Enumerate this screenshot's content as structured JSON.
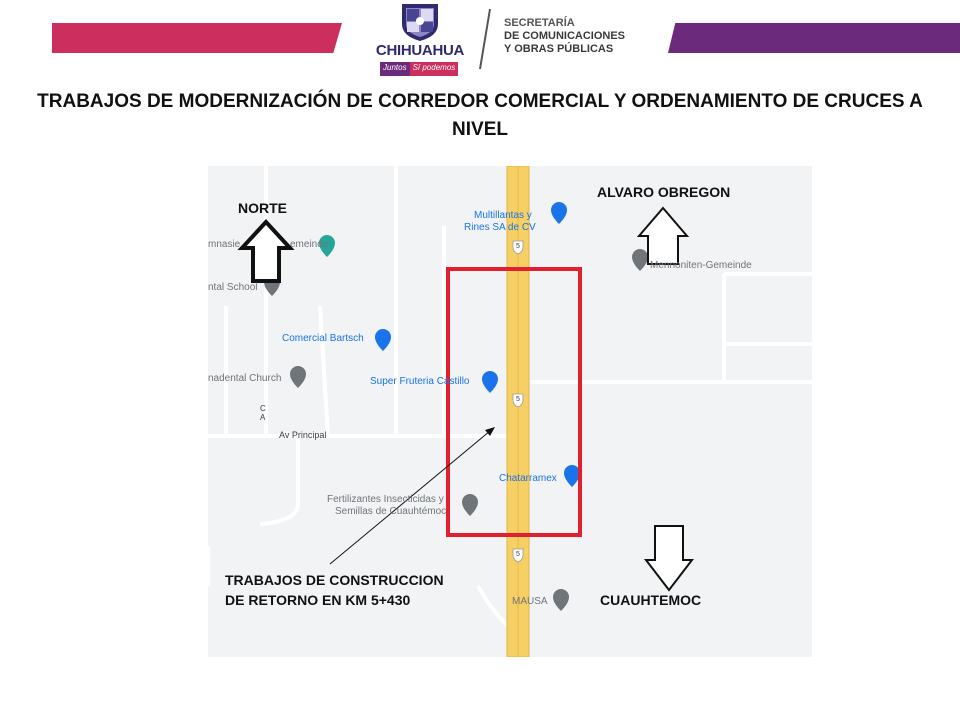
{
  "header": {
    "logo_name": "CHIHUAHUA",
    "logo_tag_a": "Juntos",
    "logo_tag_b": "Sí podemos",
    "secretaria_line1": "SECRETARÍA",
    "secretaria_line2": "DE COMUNICACIONES",
    "secretaria_line3": "Y OBRAS PÚBLICAS",
    "colors": {
      "left_band": "#cc2e5e",
      "right_band": "#6b2a7b",
      "logo": "#2f2a6b"
    }
  },
  "title": "TRABAJOS DE MODERNIZACIÓN DE CORREDOR COMERCIAL Y ORDENAMIENTO DE CRUCES A NIVEL",
  "map": {
    "compass": {
      "north": "NORTE",
      "north_city": "ALVARO OBREGON",
      "south_city": "CUAUHTEMOC"
    },
    "places": {
      "multillantas_1": "Multillantas y",
      "multillantas_2": "Rines SA de CV",
      "mennoniten": "Mennoniten-Gemeinde",
      "gymnasium": "mnasie",
      "gemeinde": "emeinde",
      "dental": "ntal School",
      "bartsch": "Comercial Bartsch",
      "church": "nadental Church",
      "fruteria": "Super Fruteria Castillo",
      "chatarramex": "Chatarramex",
      "fertilizantes_1": "Fertilizantes Insecticidas y",
      "fertilizantes_2": "Semillas de Cuauhtémoc",
      "mausa": "MAUSA"
    },
    "roads": {
      "principal": "Av Principal",
      "side": "C A",
      "route_shield": "5"
    },
    "annotation_line1": "TRABAJOS DE CONSTRUCCION",
    "annotation_line2": "DE RETORNO EN KM 5+430",
    "colors": {
      "highway": "#f6cf65",
      "highway_edge": "#e2b545",
      "highlight_box": "#e0202e",
      "poi_blue": "#1a73e8",
      "poi_gray": "#70757a"
    }
  }
}
